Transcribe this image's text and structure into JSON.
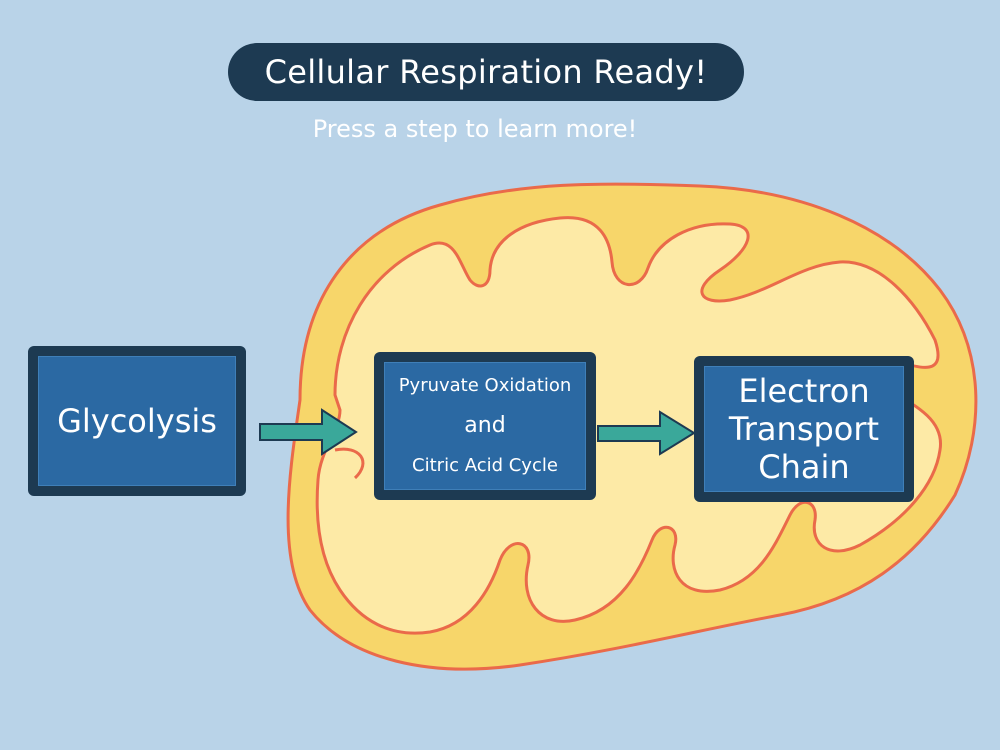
{
  "header": {
    "title": "Cellular Respiration Ready!",
    "subtitle": "Press a step to learn more!"
  },
  "steps": [
    {
      "id": "glycolysis",
      "lines": [
        "Glycolysis"
      ]
    },
    {
      "id": "pyruvate-citric",
      "lines": [
        "Pyruvate Oxidation",
        "and",
        "Citric Acid Cycle"
      ]
    },
    {
      "id": "electron-transport",
      "lines": [
        "Electron",
        "Transport",
        "Chain"
      ]
    }
  ],
  "colors": {
    "background": "#b9d3e8",
    "title_pill": "#1d3a52",
    "box_outer": "#1d3a52",
    "box_inner": "#2b69a3",
    "arrow": "#3aa89a",
    "mito_outer": "#f7d66a",
    "mito_inner": "#fdeaa6",
    "mito_membrane": "#ea6a4a"
  },
  "icons": [
    "arrow-right-icon",
    "mitochondrion-illustration"
  ]
}
